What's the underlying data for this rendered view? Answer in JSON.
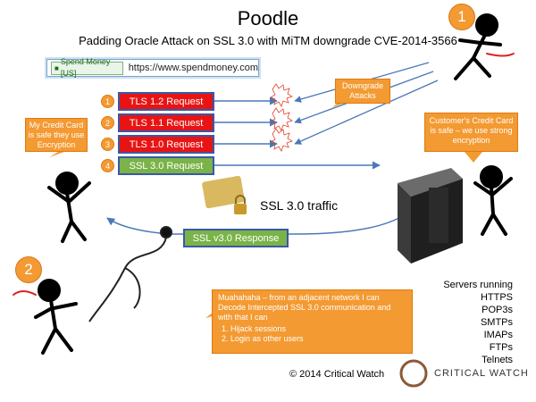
{
  "title": "Poodle",
  "subtitle": "Padding Oracle Attack on SSL 3.0 with MiTM downgrade  CVE-2014-3566",
  "url_bar": {
    "badge": "Spend Money [US]",
    "url": "https://www.spendmoney.com"
  },
  "requests": [
    {
      "num": "1",
      "label": "TLS 1.2 Request",
      "color": "#e81414"
    },
    {
      "num": "2",
      "label": "TLS 1.1 Request",
      "color": "#e81414"
    },
    {
      "num": "3",
      "label": "TLS 1.0 Request",
      "color": "#e81414"
    },
    {
      "num": "4",
      "label": "SSL 3.0 Request",
      "color": "#7ab348"
    }
  ],
  "response_label": "SSL v3.0 Response",
  "downgrade_label": "Downgrade Attacks",
  "ssl_traffic_label": "SSL 3.0 traffic",
  "left_callout": "My Credit Card is safe they use Encryption",
  "right_callout": "Customer's Credit Card is safe – we use strong encryption",
  "attacker_numbers": {
    "top": "1",
    "bottom": "2"
  },
  "attacker_callout": {
    "text": "Muahahaha – from an adjacent network I can Decode Intercepted SSL 3.0 communication and with that I can",
    "items": [
      "Hijack sessions",
      "Login as other users"
    ]
  },
  "servers": {
    "heading": "Servers running",
    "protocols": [
      "HTTPS",
      "POP3s",
      "SMTPs",
      "IMAPs",
      "FTPs",
      "Telnets"
    ]
  },
  "copyright": "© 2014  Critical Watch",
  "logo_text": "CRITICAL WATCH",
  "colors": {
    "accent_orange": "#f39a32",
    "request_red": "#e81414",
    "request_green": "#7ab348",
    "arrow_blue": "#4a78b8"
  },
  "icons": [
    "stick-figure-user-icon",
    "stick-figure-attacker-icon",
    "server-tower-icon",
    "credit-card-lock-icon",
    "stethoscope-icon",
    "logo-icon"
  ]
}
